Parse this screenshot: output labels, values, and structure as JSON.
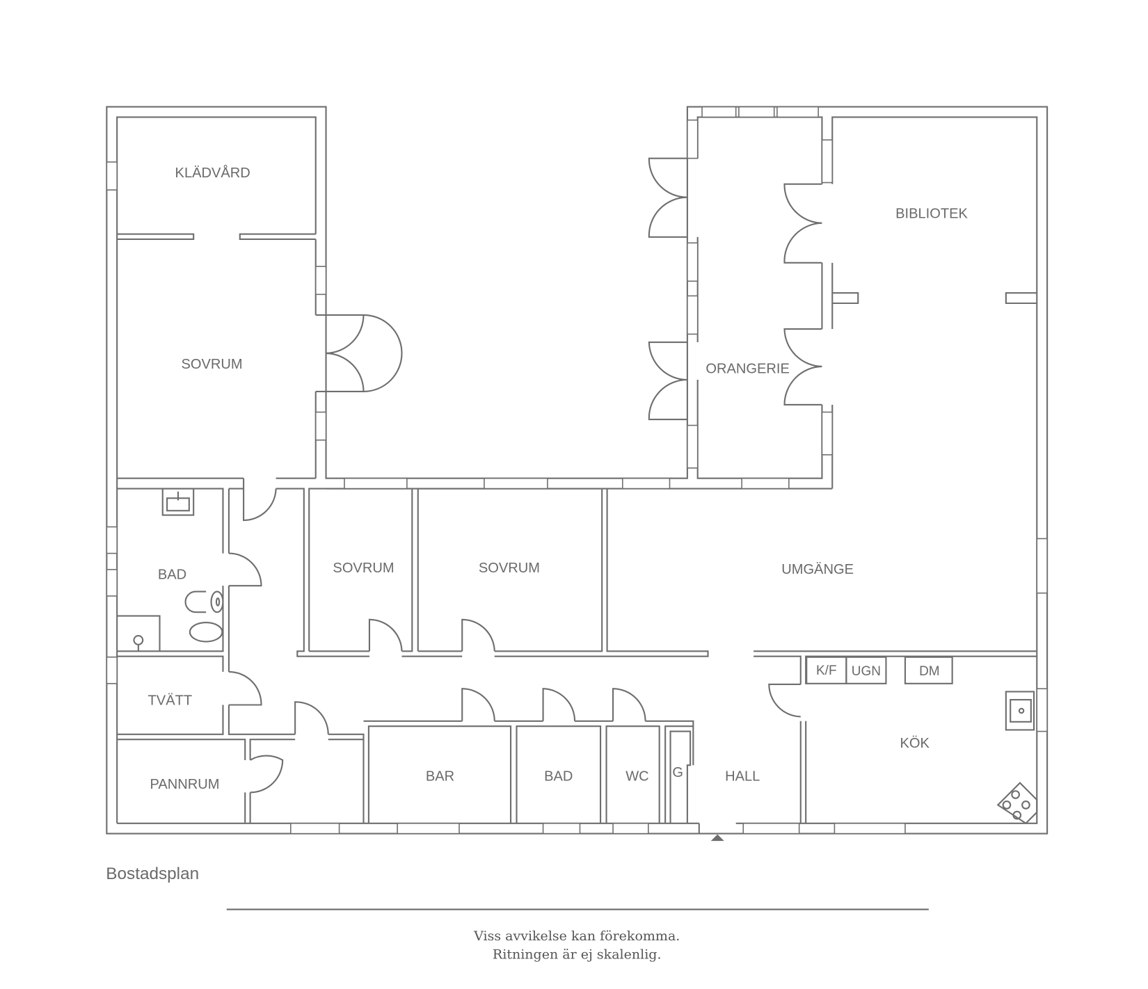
{
  "plan": {
    "title": "Bostadsplan",
    "rooms": [
      {
        "id": "kladvard",
        "label": "KLÄDVÅRD"
      },
      {
        "id": "sovrum-1",
        "label": "SOVRUM"
      },
      {
        "id": "bad-1",
        "label": "BAD"
      },
      {
        "id": "tvatt",
        "label": "TVÄTT"
      },
      {
        "id": "pannrum",
        "label": "PANNRUM"
      },
      {
        "id": "sovrum-2",
        "label": "SOVRUM"
      },
      {
        "id": "sovrum-3",
        "label": "SOVRUM"
      },
      {
        "id": "bar",
        "label": "BAR"
      },
      {
        "id": "bad-2",
        "label": "BAD"
      },
      {
        "id": "wc",
        "label": "WC"
      },
      {
        "id": "g",
        "label": "G"
      },
      {
        "id": "hall",
        "label": "HALL"
      },
      {
        "id": "umgange",
        "label": "UMGÄNGE"
      },
      {
        "id": "orangerie",
        "label": "ORANGERIE"
      },
      {
        "id": "bibliotek",
        "label": "BIBLIOTEK"
      },
      {
        "id": "kok",
        "label": "KÖK"
      }
    ],
    "appliances": [
      {
        "id": "kf",
        "label": "K/F"
      },
      {
        "id": "ugn",
        "label": "UGN"
      },
      {
        "id": "dm",
        "label": "DM"
      }
    ]
  },
  "footer": {
    "disclaimer_line1": "Viss avvikelse kan förekomma.",
    "disclaimer_line2": "Ritningen är ej skalenlig."
  }
}
